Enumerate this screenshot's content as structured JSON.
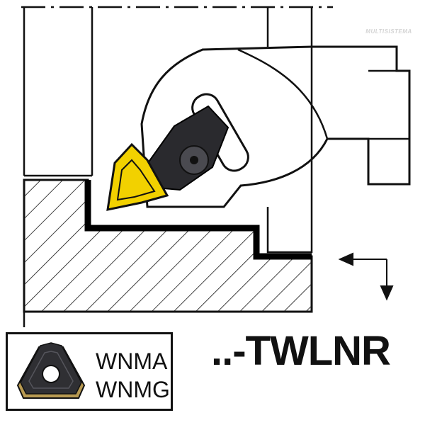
{
  "title": "..-TWLNR",
  "insert_grades": [
    "WNMA",
    "WNMG"
  ],
  "watermark": "MULTISISTEMA",
  "icons": {
    "tool": "turning-toolholder-drawing",
    "insert": "trigon-insert-icon",
    "feed": "feed-direction-arrows-icon"
  },
  "colors": {
    "insert_yellow": "#f2d100",
    "insert_dark": "#2f2f33",
    "insert_gold": "#b89a52",
    "line": "#111111"
  }
}
